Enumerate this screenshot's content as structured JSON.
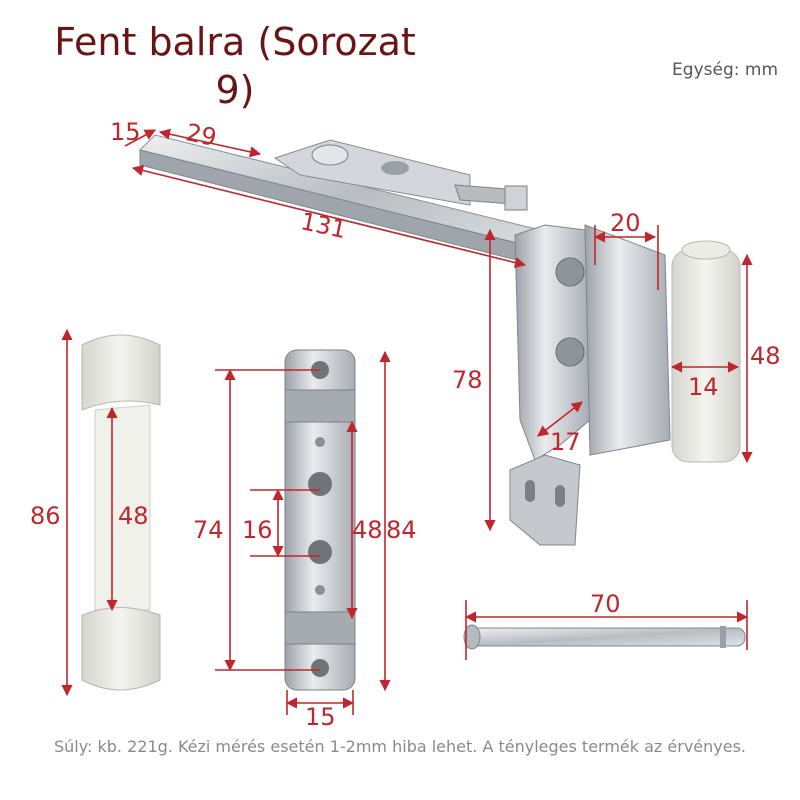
{
  "title": "Fent balra (Sorozat 9)",
  "unit_label": "Egység: mm",
  "footer": "Súly: kb. 221g. Kézi mérés esetén 1-2mm hiba lehet. A tényleges termék az érvényes.",
  "colors": {
    "accent": "#c0262b",
    "title": "#6b1414",
    "metal": "#c9ccd0",
    "white_part": "#ebebe6"
  },
  "dimensions": {
    "arm_offset": "15",
    "arm_slot": "29",
    "arm_length": "131",
    "frame_width": "20",
    "arm_height": "78",
    "sleeve_height": "48",
    "sleeve_diameter": "14",
    "hinge_offset": "17",
    "cover_height": "86",
    "cover_gap": "48",
    "plate_holes_span": "74",
    "plate_hole_pitch": "16",
    "plate_inner": "48",
    "plate_height": "84",
    "plate_width": "15",
    "pin_length": "70"
  }
}
